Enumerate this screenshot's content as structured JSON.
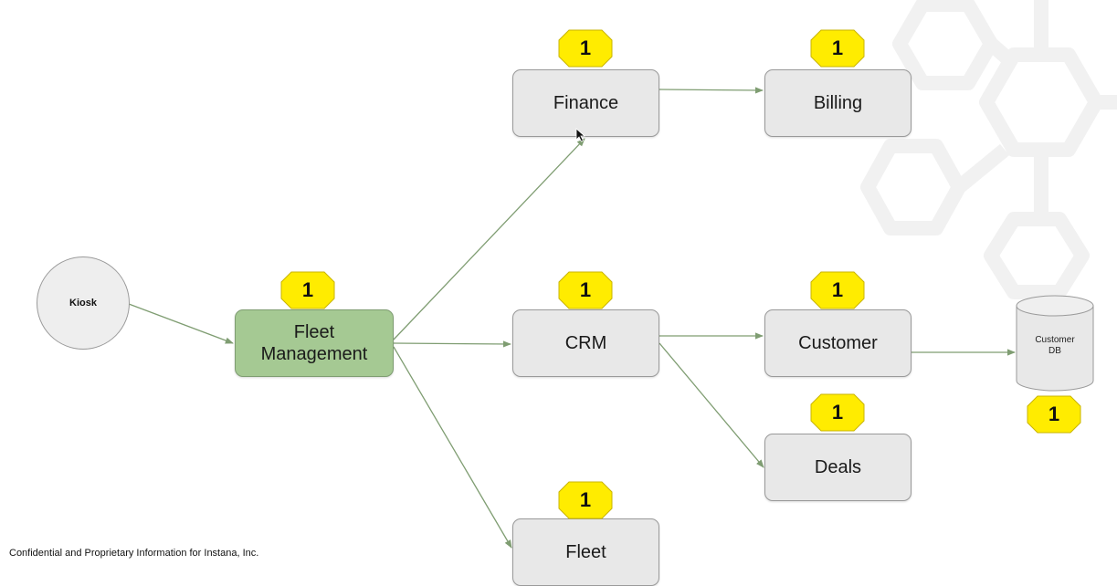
{
  "diagram": {
    "nodes": [
      {
        "id": "kiosk",
        "label": "Kiosk",
        "shape": "circle"
      },
      {
        "id": "fleet-management",
        "label": "Fleet\nManagement",
        "selected": true,
        "badge": "1"
      },
      {
        "id": "finance",
        "label": "Finance",
        "badge": "1"
      },
      {
        "id": "billing",
        "label": "Billing",
        "badge": "1"
      },
      {
        "id": "crm",
        "label": "CRM",
        "badge": "1"
      },
      {
        "id": "customer",
        "label": "Customer",
        "badge": "1"
      },
      {
        "id": "deals",
        "label": "Deals",
        "badge": "1"
      },
      {
        "id": "fleet",
        "label": "Fleet",
        "badge": "1"
      },
      {
        "id": "customer-db",
        "label": "Customer\nDB",
        "shape": "database",
        "badge": "1"
      }
    ],
    "edges": [
      {
        "from": "kiosk",
        "to": "fleet-management"
      },
      {
        "from": "fleet-management",
        "to": "finance"
      },
      {
        "from": "fleet-management",
        "to": "crm"
      },
      {
        "from": "fleet-management",
        "to": "fleet"
      },
      {
        "from": "finance",
        "to": "billing"
      },
      {
        "from": "crm",
        "to": "customer"
      },
      {
        "from": "crm",
        "to": "deals"
      },
      {
        "from": "customer",
        "to": "customer-db"
      }
    ]
  },
  "footer": "Confidential and Proprietary Information for Instana, Inc.",
  "colors": {
    "node_fill": "#e8e8e8",
    "selected_fill": "#a5c993",
    "badge_fill": "#ffec00",
    "edge": "#7f9d72"
  }
}
